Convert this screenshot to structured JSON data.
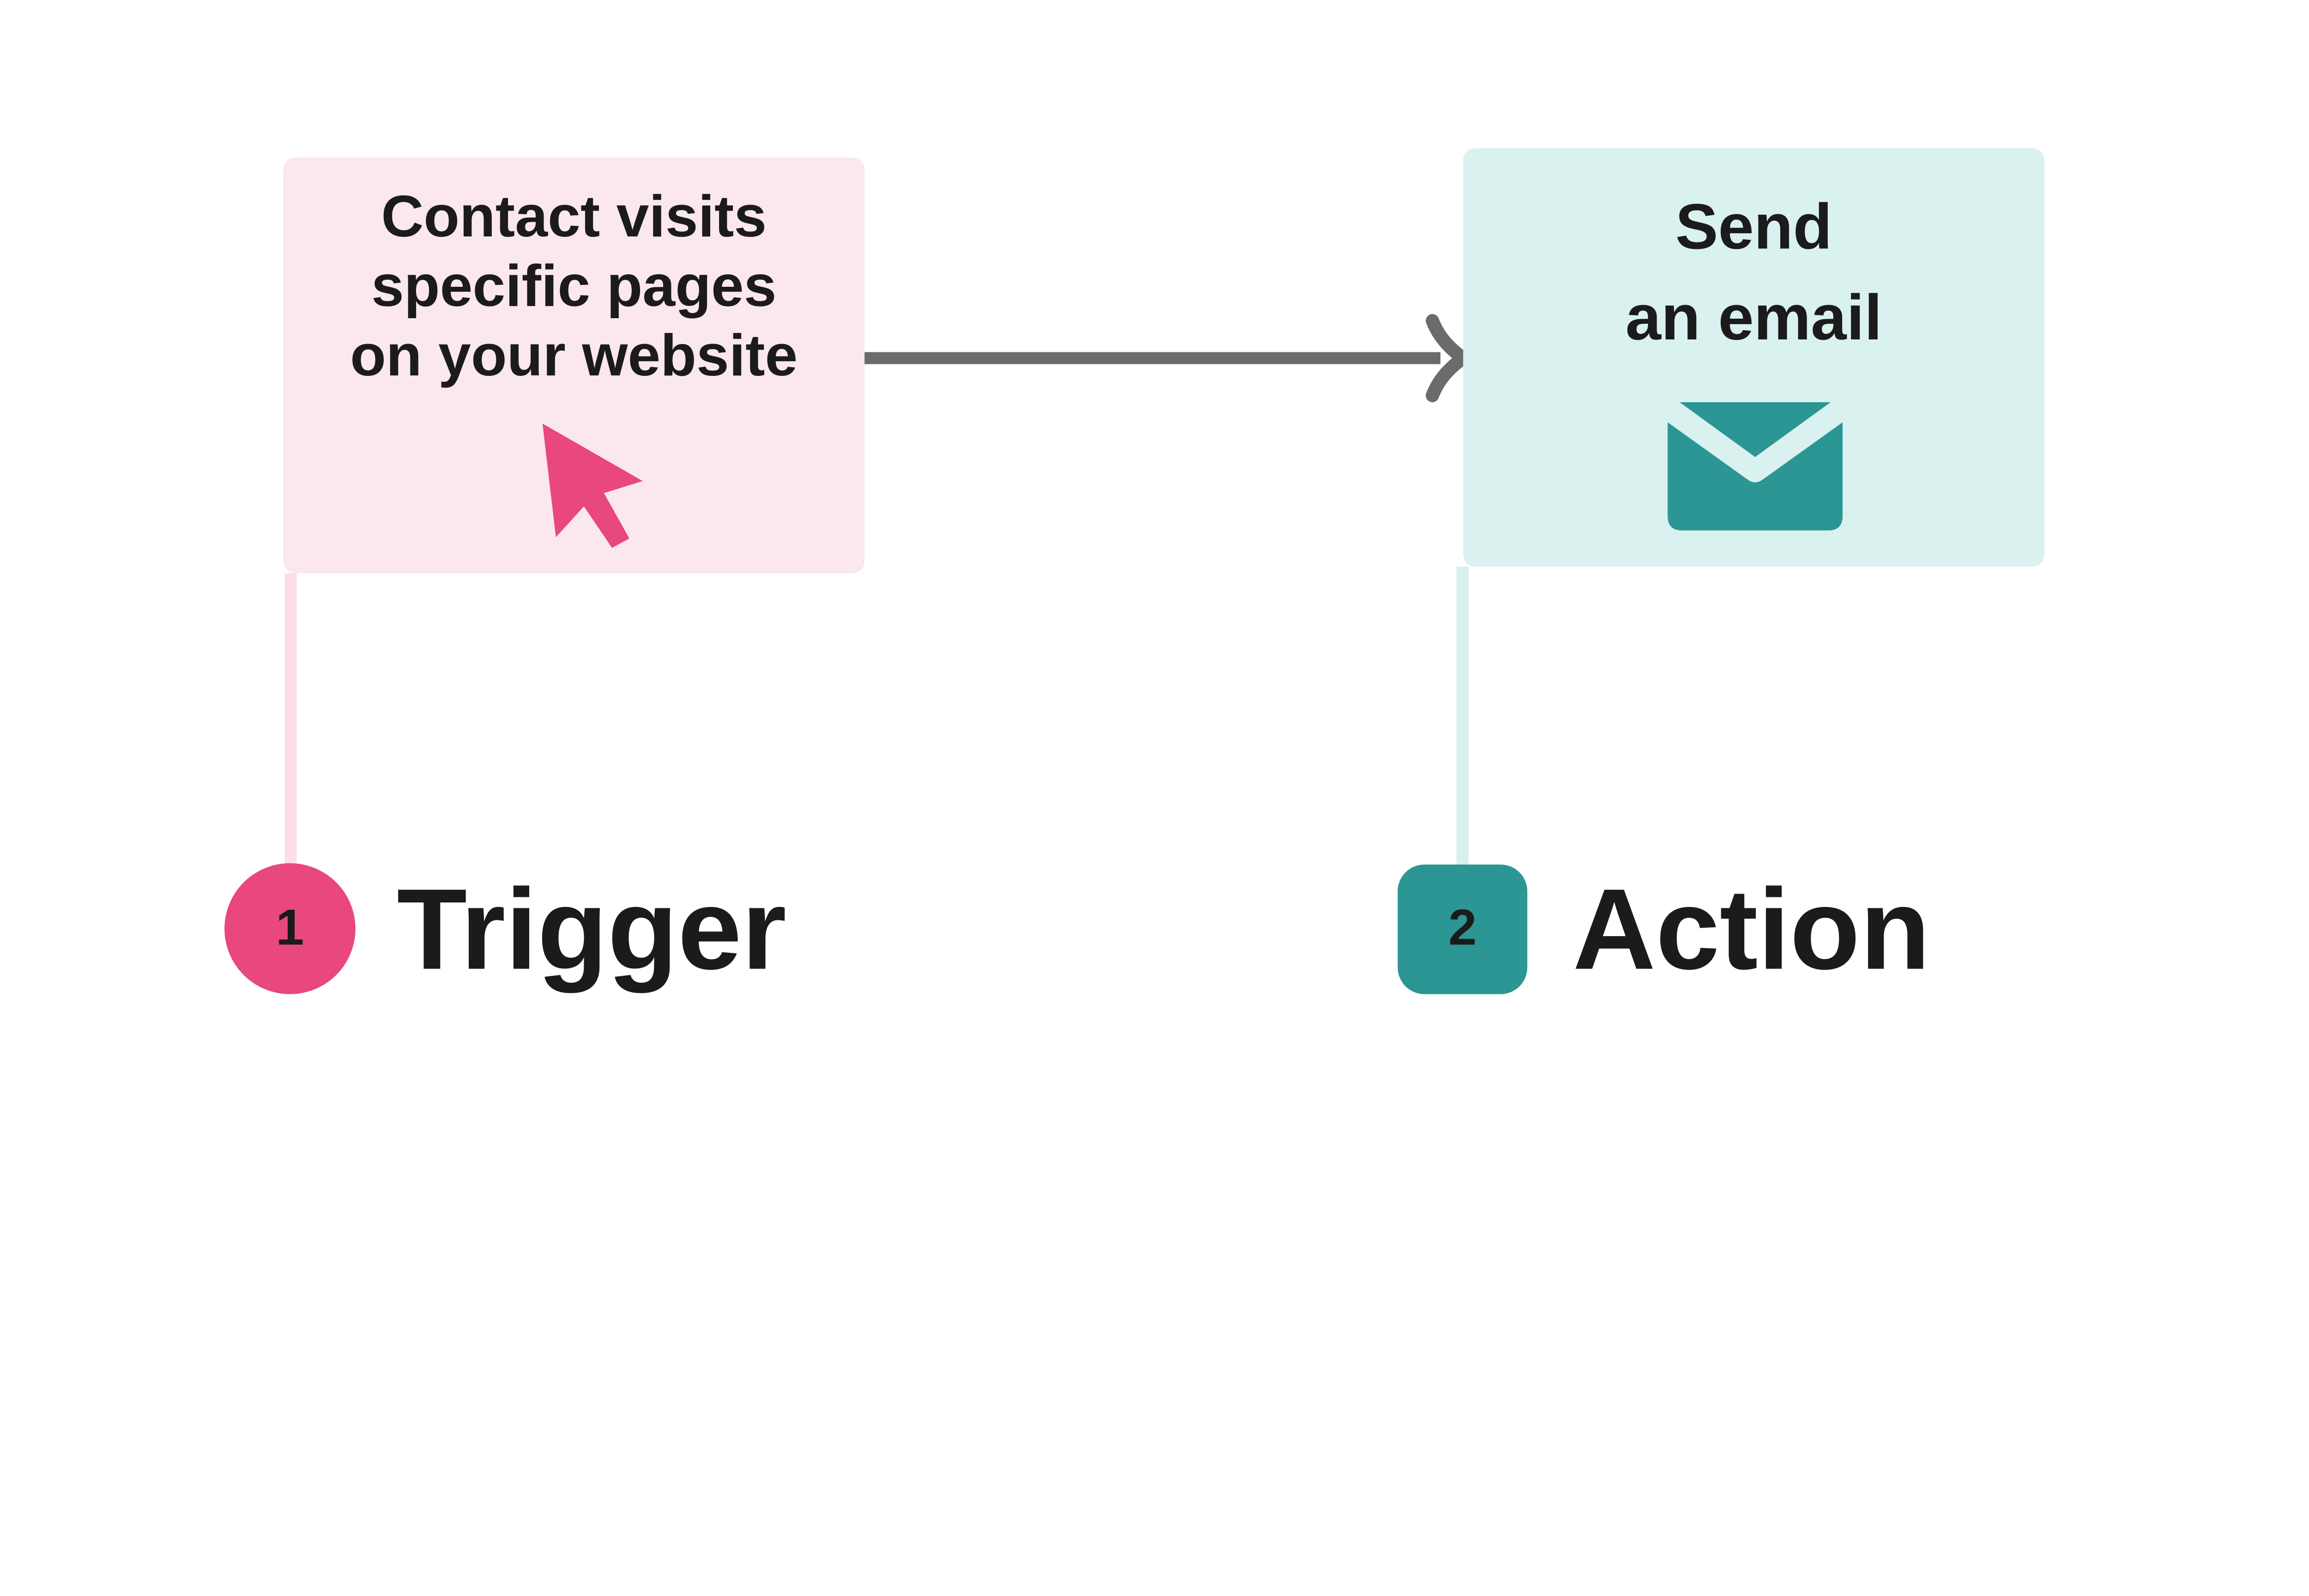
{
  "diagram": {
    "trigger": {
      "step_number": "1",
      "label": "Trigger",
      "card_lines": [
        "Contact visits",
        "specific pages",
        "on your website"
      ],
      "icon": "cursor-arrow-icon"
    },
    "action": {
      "step_number": "2",
      "label": "Action",
      "card_lines": [
        "Send",
        "an email"
      ],
      "icon": "envelope-icon"
    },
    "colors": {
      "pink_accent": "#E8477F",
      "pink_card_bg": "#FBE7EF",
      "pink_connector": "#FCDDE8",
      "teal_accent": "#2B9693",
      "teal_card_bg": "#D9F1EF",
      "teal_connector": "#D6F0EE",
      "arrow_gray": "#6B6B6B",
      "text_dark": "#1B1B1B",
      "background": "#FFFFFF"
    }
  }
}
